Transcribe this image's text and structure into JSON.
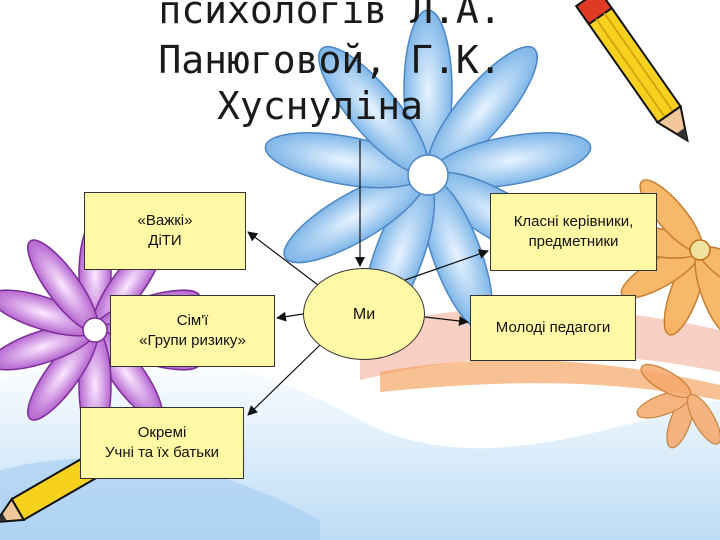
{
  "title": {
    "line1": "психологів Л.А.",
    "line2": "Панюговой, Г.К.",
    "line3": "Хуснуліна"
  },
  "center": {
    "label": "Ми"
  },
  "nodes": {
    "difficult_children": {
      "line1": "«Важкі»",
      "line2": "ДіТИ"
    },
    "families": {
      "line1": "Сім'ї",
      "line2": "«Групи ризику»"
    },
    "separate_students": {
      "line1": "Окремі",
      "line2": "Учні та їх батьки"
    },
    "class_teachers": {
      "line1": "Класні керівники,",
      "line2": "предметники"
    },
    "young_teachers": {
      "line1": "Молоді педагоги"
    }
  },
  "colors": {
    "box_fill": "#fff9a6",
    "sky_blue": "#b9d9f7",
    "flower_blue": "#8fc3ee",
    "flower_purple": "#c47ad6",
    "flower_orange": "#f2a64c",
    "pencil_yellow": "#f6d21e",
    "pencil_red": "#e03a24"
  },
  "decorations": [
    "blue-flower-icon",
    "purple-flower-icon",
    "orange-flower-icon",
    "pencil-icon"
  ]
}
